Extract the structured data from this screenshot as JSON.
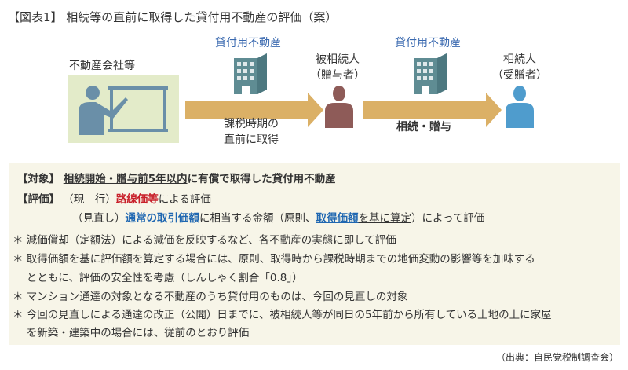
{
  "title": "【図表1】 相続等の直前に取得した貸付用不動産の評価（案）",
  "diagram": {
    "company_label": "不動産会社等",
    "property_label_1": "貸付用不動産",
    "property_label_2": "貸付用不動産",
    "arrow1_line1": "課税時期の",
    "arrow1_line2": "直前に取得",
    "arrow2_label": "相続・贈与",
    "decedent_line1": "被相続人",
    "decedent_line2": "（贈与者）",
    "heir_line1": "相続人",
    "heir_line2": "（受贈者）",
    "colors": {
      "arrow": "#dbb066",
      "building": "#5f8c93",
      "decedent": "#8e5b58",
      "heir": "#4f9ccd",
      "teacher": "#6a8fa8",
      "box": "#e3ebc9"
    }
  },
  "info": {
    "target_tag": "【対象】",
    "target_u": "相続開始・贈与前5年以内",
    "target_rest": "に有償で取得した貸付用不動産",
    "eval_tag": "【評価】",
    "current_tag": "（現　行）",
    "current_red": "路線価等",
    "current_rest": "による評価",
    "review_tag": "（見直し）",
    "review_blue": "通常の取引価額",
    "review_mid": "に相当する金額（原則、",
    "review_blue2": "取得価額",
    "review_u": "を基に算定",
    "review_rest": "）によって評価",
    "notes": [
      "＊ 減価償却（定額法）による減価を反映するなど、各不動産の実態に即して評価",
      "＊ 取得価額を基に評価額を算定する場合には、原則、取得時から課税時期までの地価変動の影響等を加味する",
      "　 とともに、評価の安全性を考慮（しんしゃく割合「0.8」）",
      "＊ マンション通達の対象となる不動産のうち貸付用のものは、今回の見直しの対象",
      "＊ 今回の見直しによる通達の改正（公開）日までに、被相続人等が同日の5年前から所有している土地の上に家屋",
      "　 を新築・建築中の場合には、従前のとおり評価"
    ]
  },
  "source": "（出典：自民党税制調査会）"
}
